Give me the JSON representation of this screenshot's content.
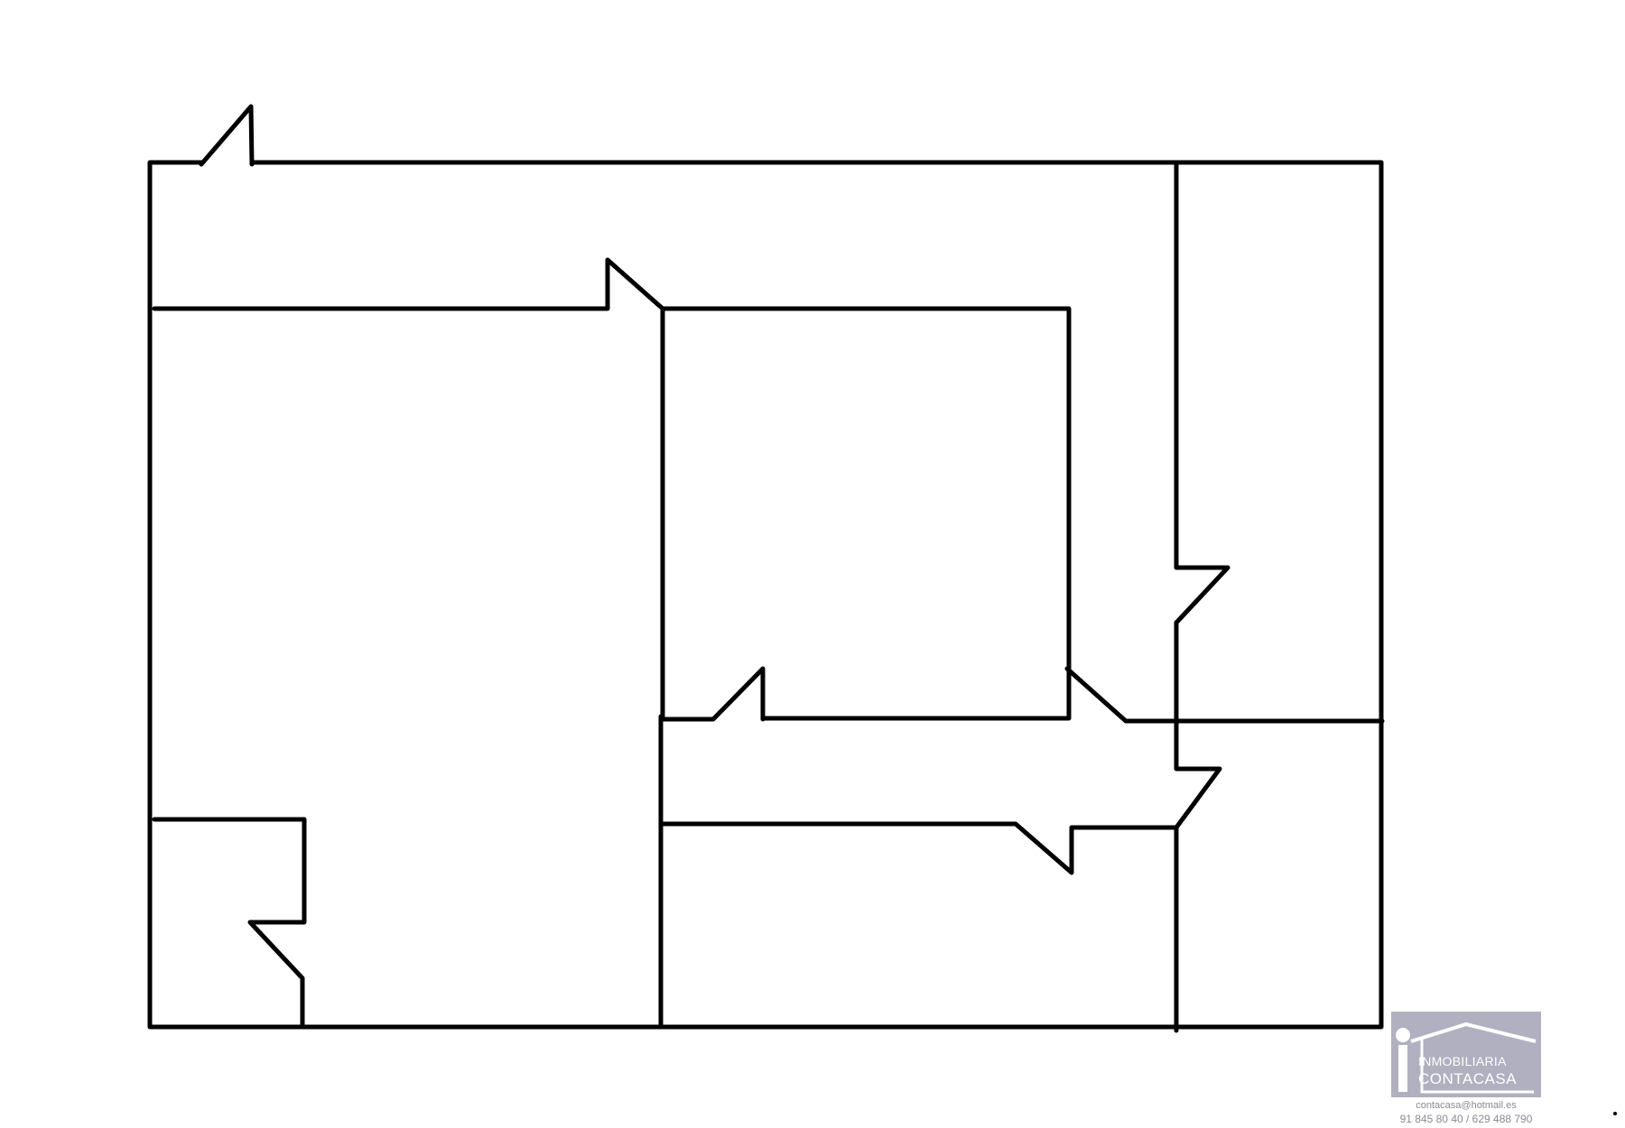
{
  "drawing": {
    "stroke_color": "#000000",
    "background_color": "#ffffff"
  },
  "logo": {
    "background_color": "#b0b0c0",
    "line1": "INMOBILIARIA",
    "line2": "CONTACASA"
  },
  "contact": {
    "email": "contacasa@hotmail.es",
    "phone": "91 845 80 40 / 629 488 790"
  }
}
